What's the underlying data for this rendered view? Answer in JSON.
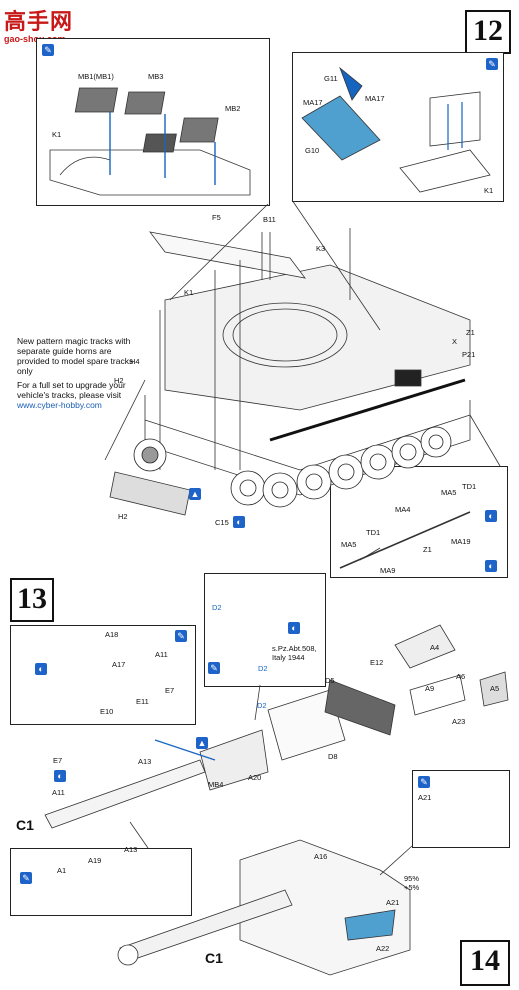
{
  "watermark": {
    "chinese": "高手网",
    "url": "gao-shou.com"
  },
  "steps": {
    "s12": "12",
    "s13": "13",
    "s14": "14"
  },
  "note": {
    "line1": "New pattern magic tracks with separate guide horns are provided to model spare tracks only",
    "line2": "For a full set to upgrade your vehicle's tracks, please visit",
    "link": "www.cyber-hobby.com"
  },
  "labels": {
    "mb1": "MB1(MB1)",
    "mb3": "MB3",
    "mb2": "MB2",
    "k1": "K1",
    "g11": "G11",
    "ma17": "MA17",
    "ma17b": "MA17",
    "g10": "G10",
    "k1b": "K1",
    "f5": "F5",
    "b11": "B11",
    "k3": "K3",
    "k1c": "K1",
    "z1": "Z1",
    "x": "X",
    "p21": "P21",
    "h4": "H4",
    "h2": "H2",
    "h2b": "H2",
    "c15": "C15",
    "td1": "TD1",
    "td1b": "TD1",
    "ma5": "MA5",
    "ma4": "MA4",
    "ma5b": "MA5",
    "z1b": "Z1",
    "ma19": "MA19",
    "ma9": "MA9",
    "d2": "D2",
    "d2b": "D2",
    "d2c": "D2",
    "unit": "s.Pz.Abt.508, Italy 1944",
    "a18": "A18",
    "a17": "A17",
    "a11": "A11",
    "e7": "E7",
    "e10": "E10",
    "e11": "E11",
    "e12": "E12",
    "a4": "A4",
    "d5": "D5",
    "a9": "A9",
    "a6": "A6",
    "a5": "A5",
    "a23": "A23",
    "d8": "D8",
    "e7b": "E7",
    "a11b": "A11",
    "a13": "A13",
    "mb4": "MB4",
    "a20": "A20",
    "c1": "C1",
    "a21": "A21",
    "a16": "A16",
    "a1": "A1",
    "a19": "A19",
    "a13b": "A13",
    "a21b": "A21",
    "a22": "A22",
    "c1b": "C1",
    "pct95": "95%",
    "pct5": "+5%"
  }
}
